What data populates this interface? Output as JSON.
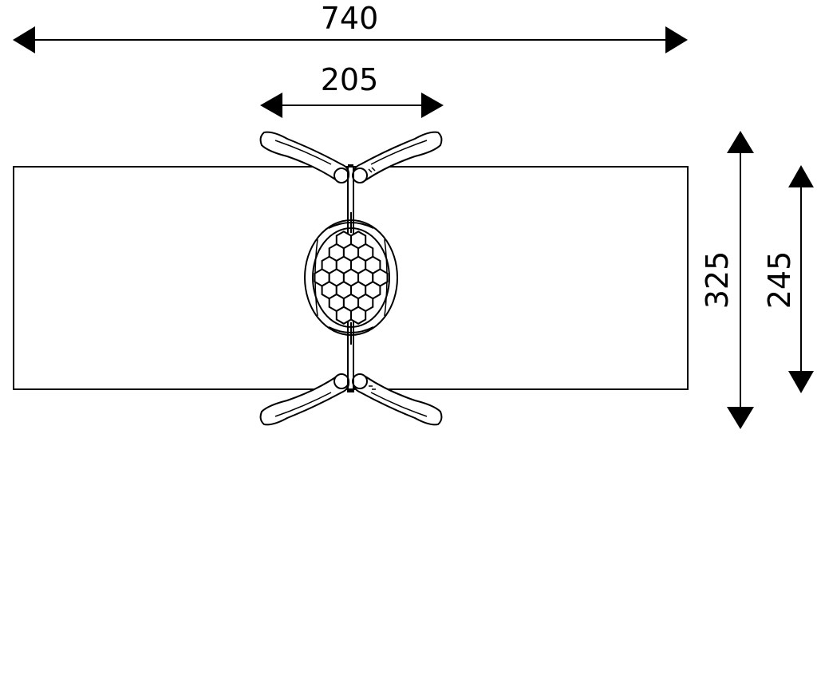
{
  "dimensions": {
    "overall_width": "740",
    "swing_width": "205",
    "overall_depth": "325",
    "frame_depth": "245"
  },
  "colors": {
    "line": "#000000",
    "background": "#ffffff"
  }
}
